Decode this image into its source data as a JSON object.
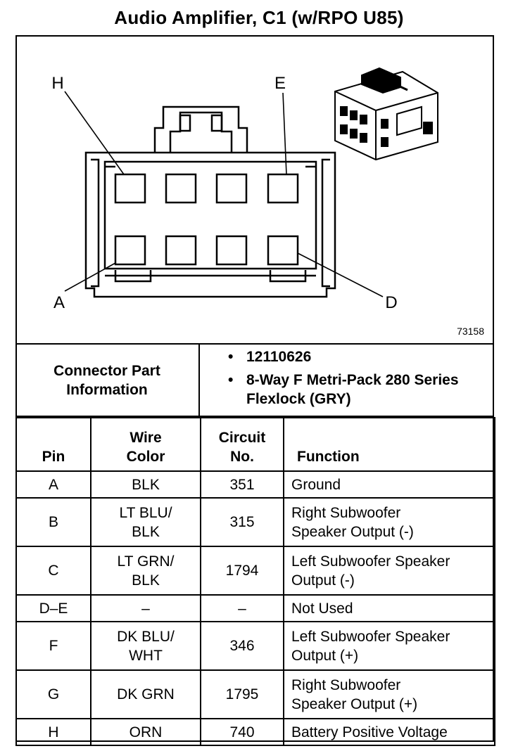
{
  "title": "Audio Amplifier, C1 (w/RPO U85)",
  "diagram": {
    "figure_id": "73158",
    "callouts": [
      "H",
      "E",
      "A",
      "D"
    ]
  },
  "connector_info": {
    "label": "Connector Part Information",
    "items": [
      "12110626",
      "8-Way F Metri-Pack 280 Series Flexlock (GRY)"
    ]
  },
  "table": {
    "headers": {
      "pin": "Pin",
      "wire_color": "Wire Color",
      "circuit": "Circuit No.",
      "function": "Function"
    },
    "rows": [
      {
        "pin": "A",
        "wire": "BLK",
        "circuit": "351",
        "function": "Ground"
      },
      {
        "pin": "B",
        "wire": "LT BLU/ BLK",
        "circuit": "315",
        "function": "Right Subwoofer Speaker Output (-)"
      },
      {
        "pin": "C",
        "wire": "LT GRN/ BLK",
        "circuit": "1794",
        "function": "Left Subwoofer Speaker Output (-)"
      },
      {
        "pin": "D–E",
        "wire": "–",
        "circuit": "–",
        "function": "Not Used"
      },
      {
        "pin": "F",
        "wire": "DK BLU/ WHT",
        "circuit": "346",
        "function": "Left Subwoofer Speaker Output (+)"
      },
      {
        "pin": "G",
        "wire": "DK GRN",
        "circuit": "1795",
        "function": "Right Subwoofer Speaker Output (+)"
      },
      {
        "pin": "H",
        "wire": "ORN",
        "circuit": "740",
        "function": "Battery Positive Voltage"
      }
    ]
  }
}
